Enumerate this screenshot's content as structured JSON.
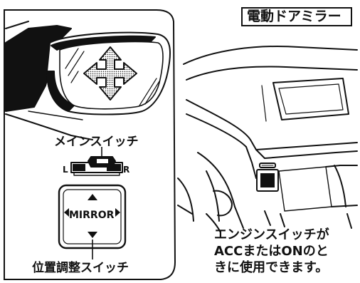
{
  "title": "電動ドアミラー",
  "labels": {
    "main_switch": "メインスイッチ",
    "left": "L",
    "right": "R",
    "mirror": "MIRROR",
    "adjust_switch": "位置調整スイッチ"
  },
  "note": {
    "line1": "エンジンスイッチが",
    "line2": "ACCまたはONのと",
    "line3": "きに使用できます。"
  },
  "colors": {
    "line": "#111111",
    "background": "#ffffff",
    "dot_shade": "#9a9a9a"
  }
}
